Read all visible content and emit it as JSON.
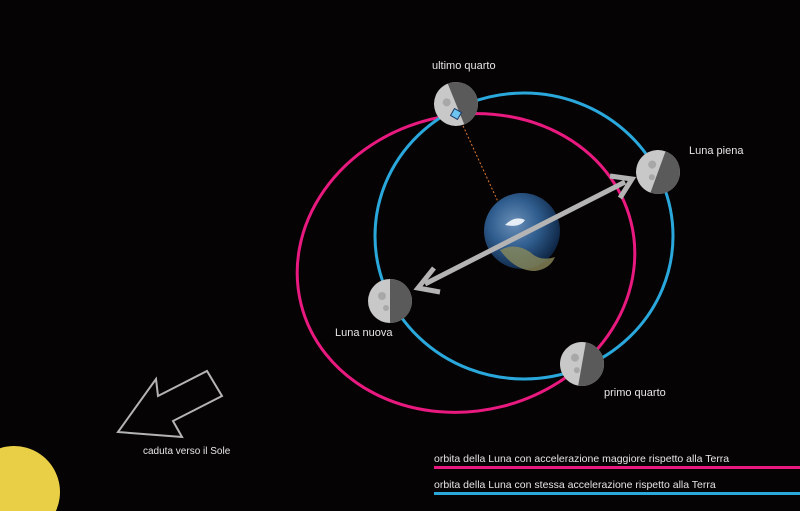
{
  "labels": {
    "last_quarter": "ultimo quarto",
    "full_moon": "Luna piena",
    "new_moon": "Luna nuova",
    "first_quarter": "primo quarto",
    "sun_fall": "caduta verso il Sole"
  },
  "legend": [
    {
      "label": "orbita della Luna con accelerazione maggiore rispetto alla Terra",
      "color": "#e8197f"
    },
    {
      "label": "orbita della Luna con stessa accelerazione rispetto alla Terra",
      "color": "#2aa8dc"
    }
  ],
  "colors": {
    "sun": "#e9cf45",
    "arrow": "#b4b4b4",
    "moon_light": "#c8c8c8",
    "moon_dark": "#5a5a5a",
    "earth": "#2a5a9a"
  }
}
